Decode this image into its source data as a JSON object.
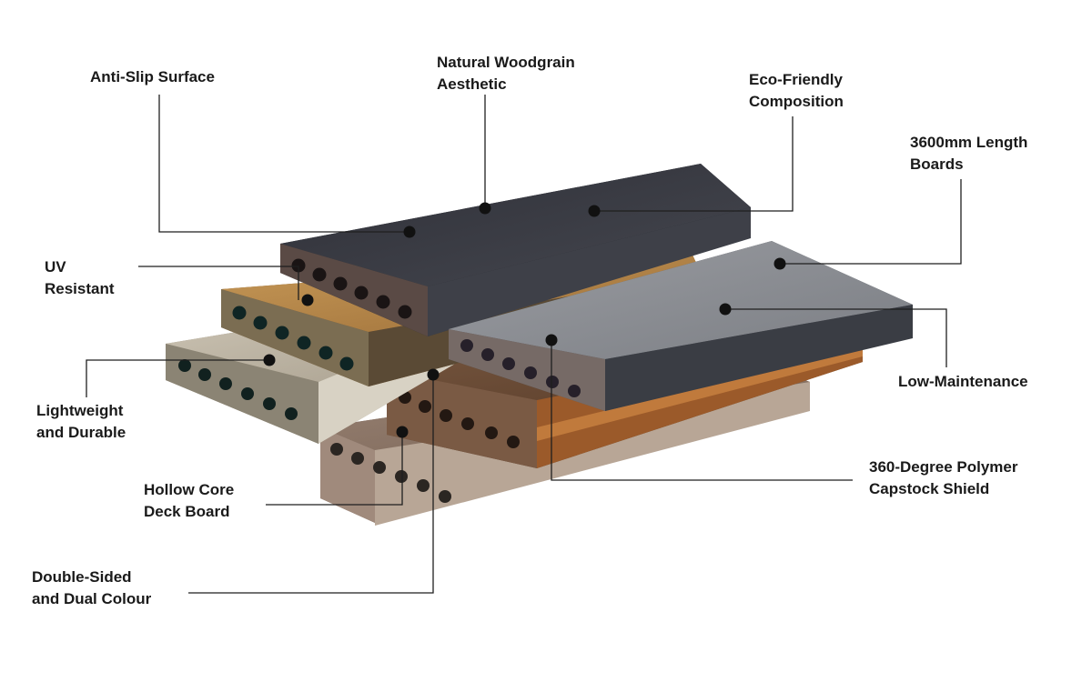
{
  "labels": {
    "anti_slip": {
      "lines": [
        "Anti-Slip Surface"
      ]
    },
    "woodgrain": {
      "lines": [
        "Natural Woodgrain",
        "Aesthetic"
      ]
    },
    "eco": {
      "lines": [
        "Eco-Friendly",
        "Composition"
      ]
    },
    "length": {
      "lines": [
        "3600mm Length",
        "Boards"
      ]
    },
    "uv": {
      "lines": [
        "UV",
        "Resistant"
      ]
    },
    "lightweight": {
      "lines": [
        "Lightweight",
        "and Durable"
      ]
    },
    "hollow": {
      "lines": [
        "Hollow Core",
        "Deck Board"
      ]
    },
    "double_sided": {
      "lines": [
        "Double-Sided",
        "and Dual Colour"
      ]
    },
    "low_maintenance": {
      "lines": [
        "Low-Maintenance"
      ]
    },
    "capstock": {
      "lines": [
        "360-Degree Polymer",
        "Capstock Shield"
      ]
    }
  },
  "colors": {
    "leader": "#1f1f1f",
    "marker": "#111111",
    "board_charcoal": "#3a3c44",
    "board_grey": "#8a8d92",
    "board_teak": "#b98a4c",
    "board_light": "#bfb6a5",
    "board_walnut": "#6a4a34",
    "board_taupe": "#8c7566"
  }
}
